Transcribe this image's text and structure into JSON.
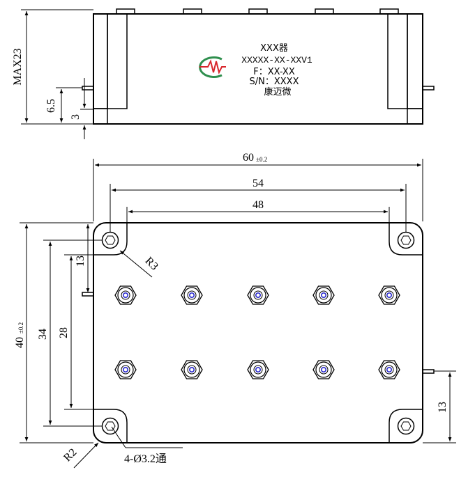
{
  "label": {
    "line1": "XXX器",
    "line2": "XXXXX-XX-XXV1",
    "line3": "F：XX-XX",
    "line4": "S/N：XXXX",
    "line5": "康迈微"
  },
  "dims": {
    "max23": "MAX23",
    "h65": "6.5",
    "h3": "3",
    "w60": "60",
    "w60tol": "±0.2",
    "w54": "54",
    "w48": "48",
    "h40": "40",
    "h40tol": "±0.2",
    "h34": "34",
    "h28": "28",
    "h13top": "13",
    "h13right": "13",
    "r3": "R3",
    "r2": "R2",
    "holes": "4-Ø3.2通"
  },
  "colors": {
    "line": "#000000",
    "connector_center": "#2a2ad0",
    "logo_green": "#2f8f4e",
    "logo_red": "#d8262b"
  }
}
